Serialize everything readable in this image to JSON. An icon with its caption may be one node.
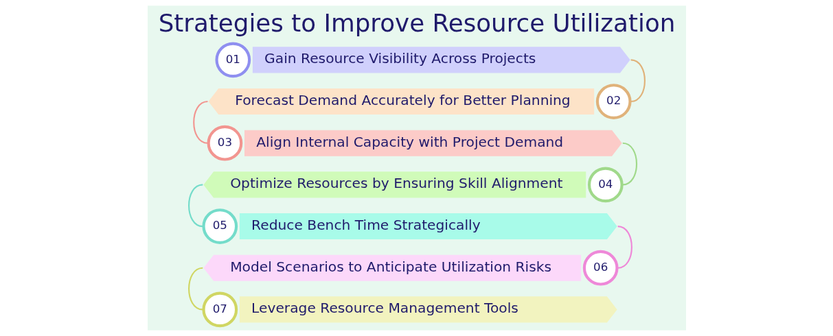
{
  "diagram": {
    "title": "Strategies to Improve Resource Utilization",
    "nodes": [
      {
        "text": [
          "01"
        ]
      },
      {
        "text": [
          "Gain Resource Visibility Across Projects"
        ]
      },
      {
        "text": [
          "Forecast Demand Accurately for Better Planning"
        ]
      },
      {
        "text": [
          "02"
        ]
      },
      {
        "text": [
          "03"
        ]
      },
      {
        "text": [
          "Align Internal Capacity with Project Demand"
        ]
      },
      {
        "text": [
          "Optimize Resources by Ensuring Skill Alignment"
        ]
      },
      {
        "text": [
          "04"
        ]
      },
      {
        "text": [
          "05"
        ]
      },
      {
        "text": [
          "Reduce Bench Time Strategically"
        ]
      },
      {
        "text": [
          "Model Scenarios to Anticipate Utilization Risks"
        ]
      },
      {
        "text": [
          "06"
        ]
      },
      {
        "text": [
          "07"
        ]
      },
      {
        "text": [
          "Leverage Resource Management Tools"
        ]
      }
    ],
    "edges": [
      {
        "from": 1,
        "to": 3,
        "arrow": "none",
        "color": "#e0b27a"
      },
      {
        "from": 2,
        "to": 4,
        "arrow": "none",
        "color": "#f29590"
      },
      {
        "from": 5,
        "to": 7,
        "arrow": "none",
        "color": "#a0d98a"
      },
      {
        "from": 6,
        "to": 8,
        "arrow": "none",
        "color": "#74dcca"
      },
      {
        "from": 9,
        "to": 11,
        "arrow": "none",
        "color": "#ee88d8"
      },
      {
        "from": 10,
        "to": 12,
        "arrow": "none",
        "color": "#d0d663"
      }
    ]
  }
}
